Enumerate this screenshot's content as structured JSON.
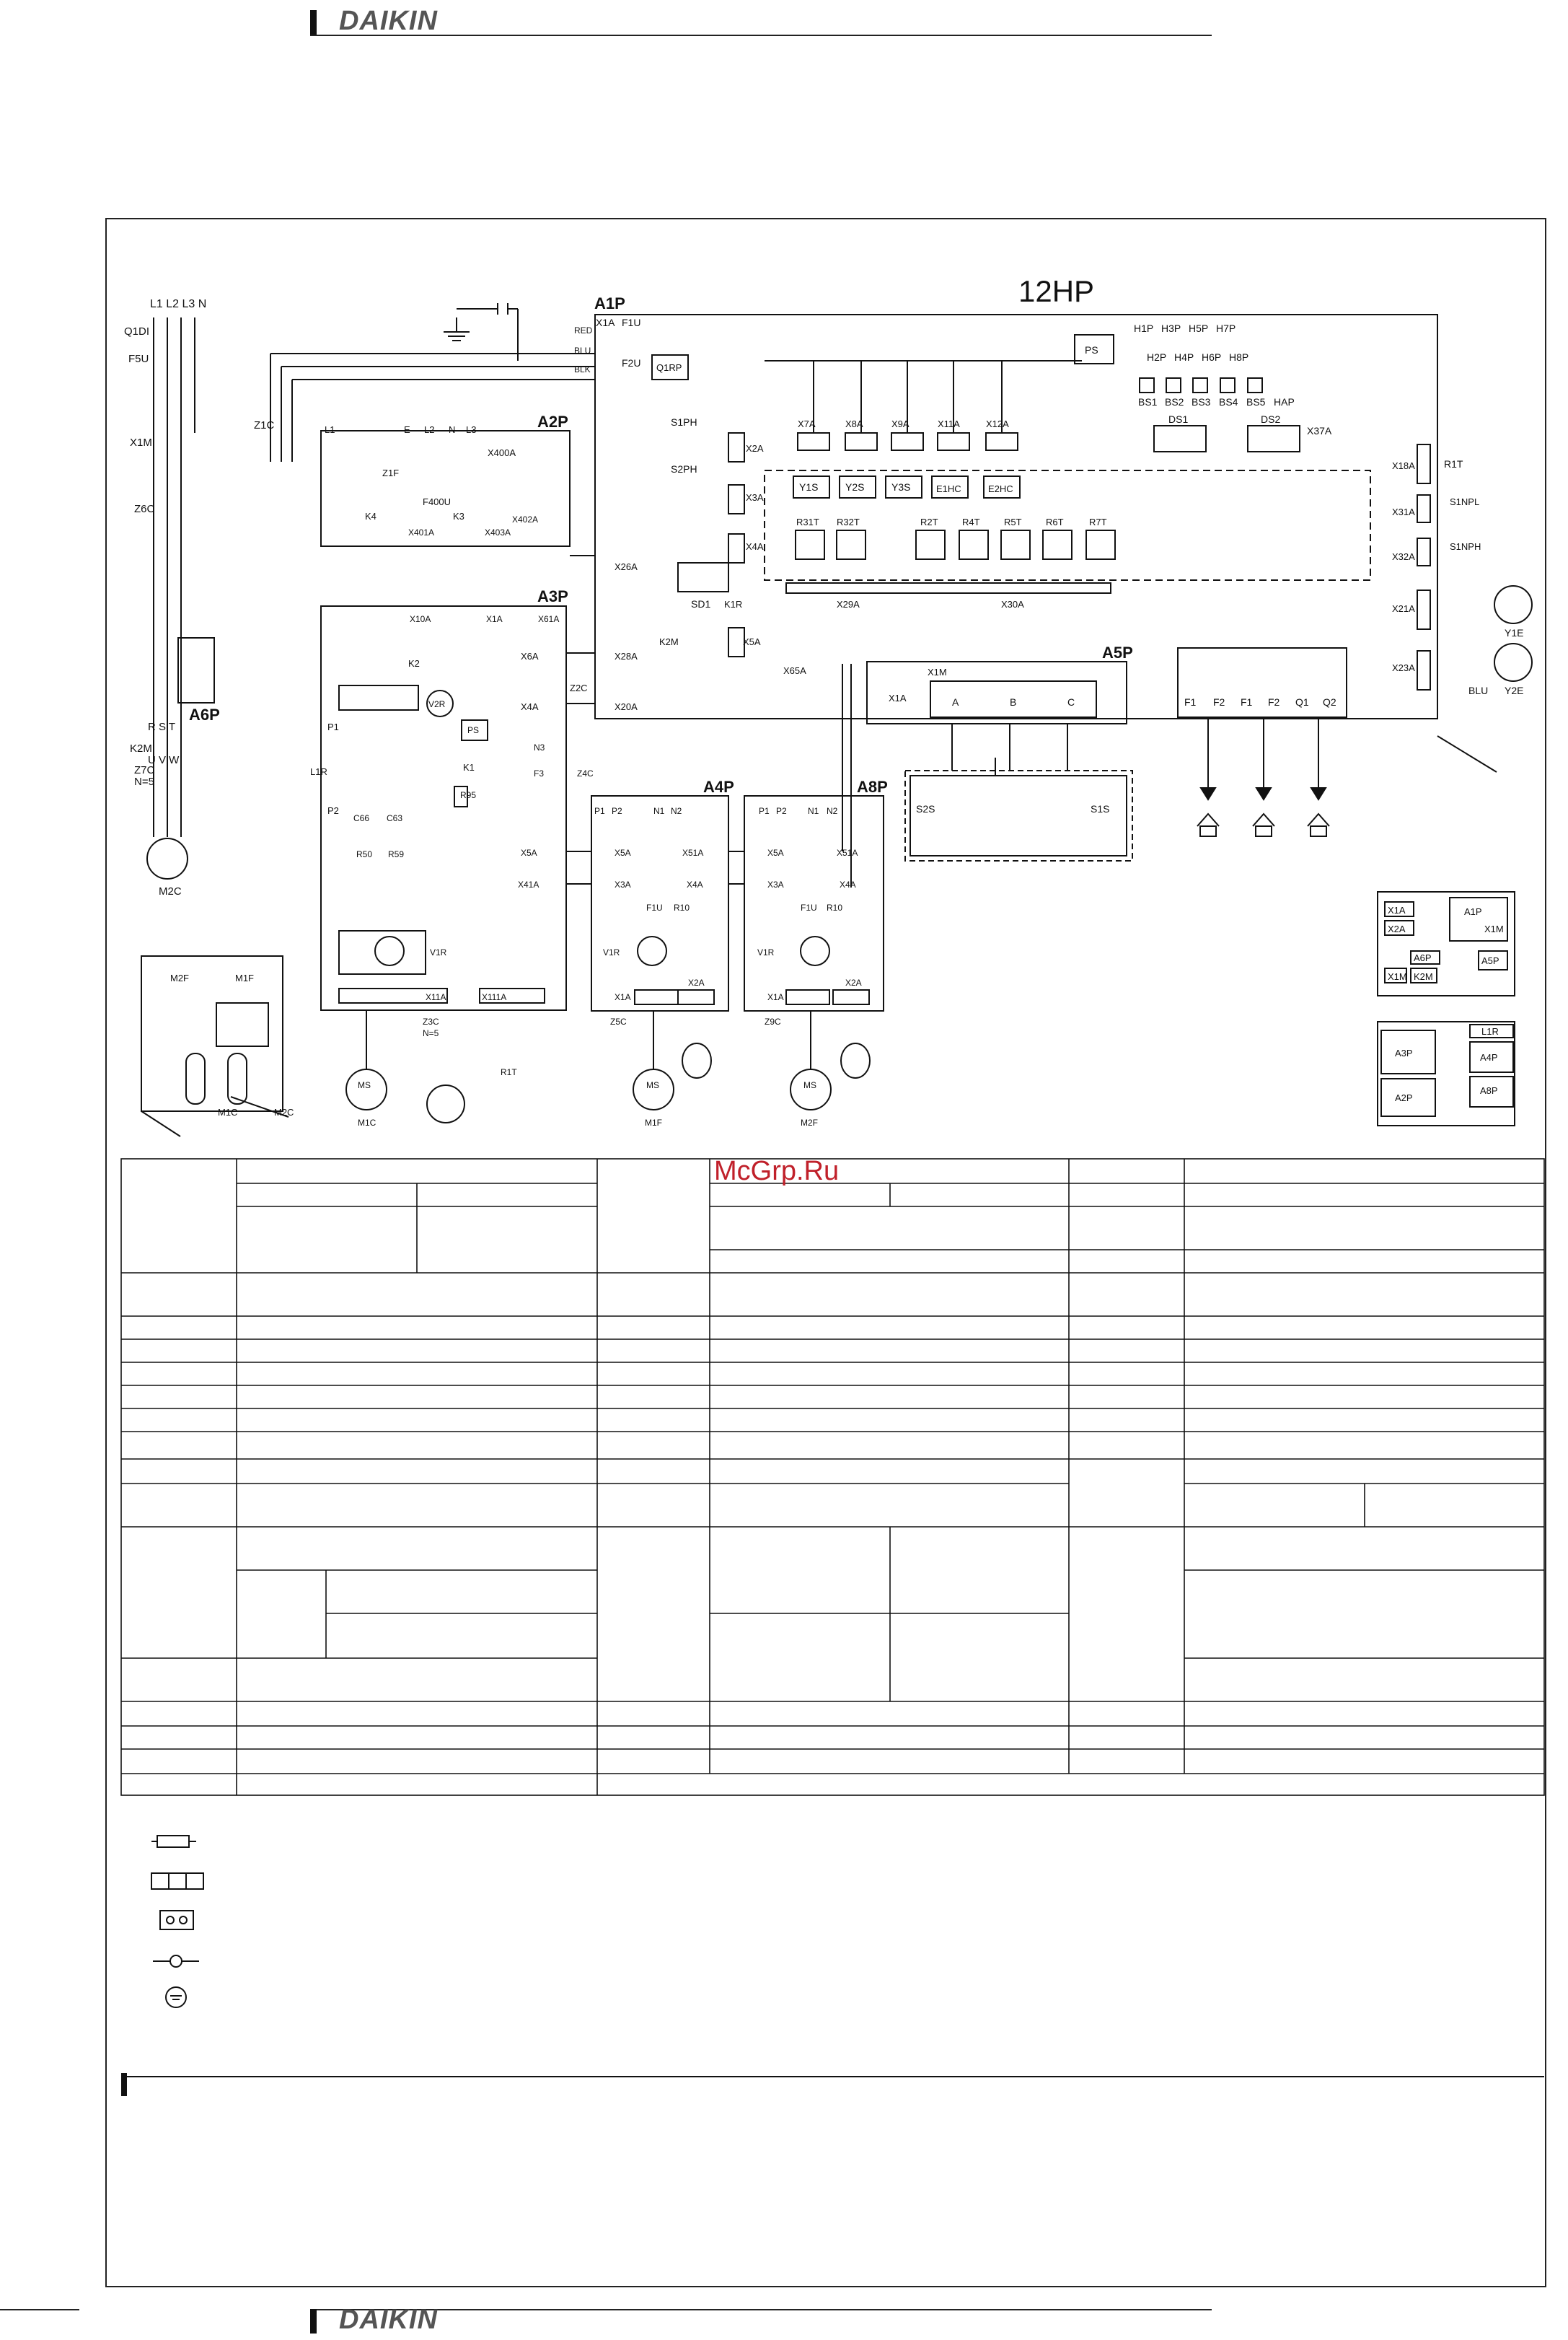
{
  "header": {
    "brand": "DAIKIN"
  },
  "footer": {
    "brand": "DAIKIN"
  },
  "diagram": {
    "model": "12HP",
    "watermark": "McGrp.Ru",
    "boards": {
      "a1p": "A1P",
      "a2p": "A2P",
      "a3p": "A3P",
      "a4p": "A4P",
      "a5p": "A5P",
      "a6p": "A6P",
      "a8p": "A8P"
    },
    "power_labels": [
      "L1 L2 L3 N",
      "Q1DI",
      "F5U",
      "X1M",
      "Z1C",
      "Z6C",
      "Z7C",
      "N=5",
      "K2M",
      "R S T",
      "U V W",
      "M2C"
    ],
    "a1p_labels": [
      "X1A",
      "F1U",
      "F2U",
      "Q1RP",
      "PS",
      "S1PH",
      "S2PH",
      "X2A",
      "X3A",
      "X4A",
      "X5A",
      "SD1",
      "K1R",
      "K2M",
      "X26A",
      "X28A",
      "X20A",
      "X6A",
      "X4A",
      "X65A",
      "Z2C"
    ],
    "a1p_wire_colors": [
      "RED",
      "BLU",
      "BLK"
    ],
    "led_labels": [
      "H1P",
      "H3P",
      "H5P",
      "H7P",
      "H2P",
      "H4P",
      "H6P",
      "H8P"
    ],
    "switch_labels": [
      "BS1",
      "BS2",
      "BS3",
      "BS4",
      "BS5",
      "HAP",
      "DS1",
      "DS2",
      "X37A"
    ],
    "valve_labels": [
      "X7A",
      "X8A",
      "X9A",
      "X11A",
      "X12A",
      "Y1S",
      "Y2S",
      "Y3S",
      "E1HC",
      "E2HC"
    ],
    "sensor_labels": [
      "R31T",
      "R32T",
      "R2T",
      "R4T",
      "R5T",
      "R6T",
      "R7T",
      "X29A",
      "X30A"
    ],
    "right_labels": [
      "X18A",
      "R1T",
      "X31A",
      "S1NPL",
      "X32A",
      "S1NPH",
      "X21A",
      "Y1E",
      "X23A",
      "Y2E",
      "BLU"
    ],
    "a5p_labels": [
      "X1M",
      "A",
      "B",
      "C",
      "X1A",
      "S2S",
      "S1S"
    ],
    "term_labels": [
      "F1",
      "F2",
      "F1",
      "F2",
      "Q1",
      "Q2"
    ],
    "a2p_labels": [
      "Z1F",
      "F400U",
      "K3",
      "K4",
      "X400A",
      "X401A",
      "X402A",
      "X403A",
      "L1",
      "E",
      "L2",
      "N",
      "L3"
    ],
    "a3p_labels": [
      "X10A",
      "X1A",
      "X61A",
      "K2",
      "V2R",
      "PS",
      "P1",
      "P2",
      "L1R",
      "K1",
      "R95",
      "C66",
      "C63",
      "R50",
      "R59",
      "V1R",
      "X5A",
      "X41A",
      "X11A",
      "X111A",
      "Z3C",
      "N=5",
      "R1T",
      "MS",
      "M1C",
      "Z4C",
      "F3",
      "N3"
    ],
    "a4p_labels": [
      "P1",
      "P2",
      "N1",
      "N2",
      "X5A",
      "X51A",
      "X3A",
      "X4A",
      "F1U",
      "R10",
      "V1R",
      "X1A",
      "X2A",
      "Z5C",
      "MS",
      "M1F"
    ],
    "a8p_labels": [
      "P1",
      "P2",
      "N1",
      "N2",
      "X5A",
      "X51A",
      "X3A",
      "X4A",
      "F1U",
      "R10",
      "V1R",
      "X1A",
      "X2A",
      "Z9C",
      "MS",
      "M2F"
    ],
    "unit_labels": [
      "M2F",
      "M1F",
      "M1C",
      "M2C"
    ],
    "layout_labels": [
      "X1A",
      "X2A",
      "A1P",
      "X1M",
      "A6P",
      "A5P",
      "X1M",
      "K2M",
      "A3P",
      "L1R",
      "A4P",
      "A2P",
      "A8P"
    ]
  },
  "colors": {
    "line": "#111111",
    "watermark": "#c0202a",
    "dashed": "#333333"
  }
}
